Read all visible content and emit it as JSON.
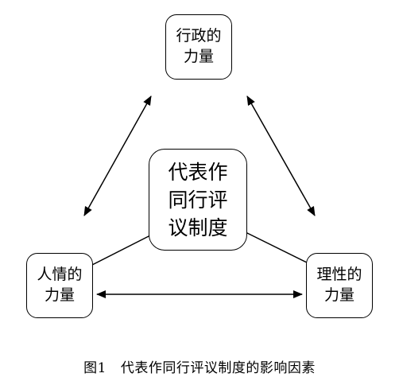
{
  "nodes": {
    "top": {
      "line1": "行政的",
      "line2": "力量"
    },
    "left": {
      "line1": "人情的",
      "line2": "力量"
    },
    "right": {
      "line1": "理性的",
      "line2": "力量"
    },
    "center": {
      "line1": "代表作",
      "line2": "同行评",
      "line3": "议制度"
    }
  },
  "caption": {
    "number": "图1",
    "text": "代表作同行评议制度的影响因素"
  }
}
